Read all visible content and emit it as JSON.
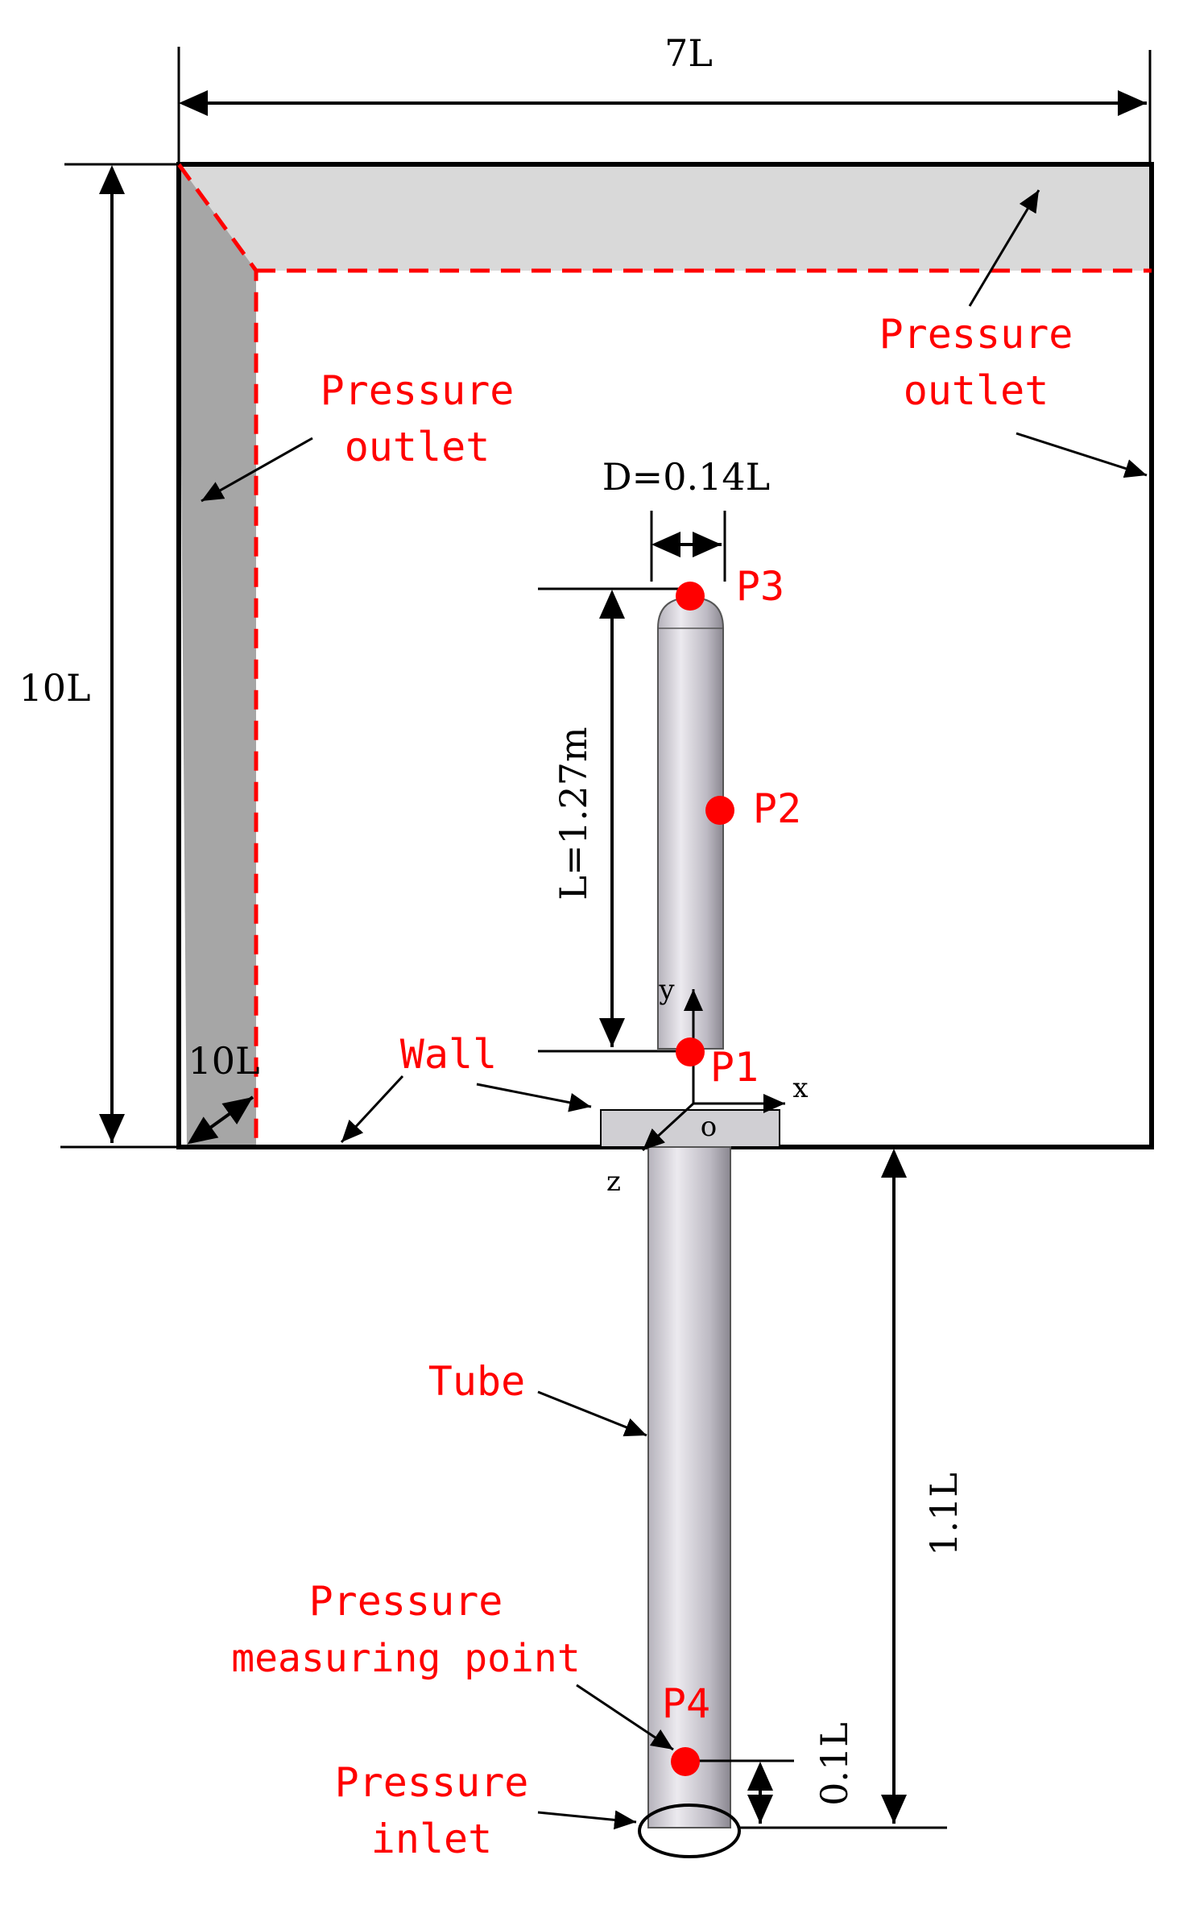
{
  "dimensions": {
    "width_7L": "7L",
    "height_10L": "10L",
    "depth_10L": "10L",
    "diameter": "D=0.14L",
    "length": "L=1.27m",
    "tube_length": "1.1L",
    "probe_offset": "0.1L"
  },
  "labels": {
    "pressure_outlet_left_line1": "Pressure",
    "pressure_outlet_left_line2": "outlet",
    "pressure_outlet_right_line1": "Pressure",
    "pressure_outlet_right_line2": "outlet",
    "wall": "Wall",
    "tube": "Tube",
    "pressure_measuring_line1": "Pressure",
    "pressure_measuring_line2": "measuring point",
    "pressure_inlet_line1": "Pressure",
    "pressure_inlet_line2": "inlet"
  },
  "points": {
    "p1": "P1",
    "p2": "P2",
    "p3": "P3",
    "p4": "P4"
  },
  "axes": {
    "x": "x",
    "y": "y",
    "z": "z",
    "origin": "o"
  },
  "colors": {
    "boundary": "#000000",
    "outlet_dash": "#ff0000",
    "point_marker": "#ff0000",
    "top_face": "#d9d9d9",
    "side_face": "#a6a6a6",
    "tube_light": "#e6e4ea",
    "tube_dark": "#8d8a94"
  }
}
